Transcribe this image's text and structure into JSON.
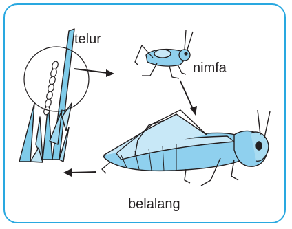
{
  "labels": {
    "egg": "telur",
    "nymph": "nimfa",
    "adult": "belalang"
  },
  "colors": {
    "frame_border": "#29a8e0",
    "insect_fill": "#8fd0ee",
    "insect_light": "#c8e8f7",
    "grass_fill": "#7fcbe9",
    "outline": "#231f20"
  }
}
